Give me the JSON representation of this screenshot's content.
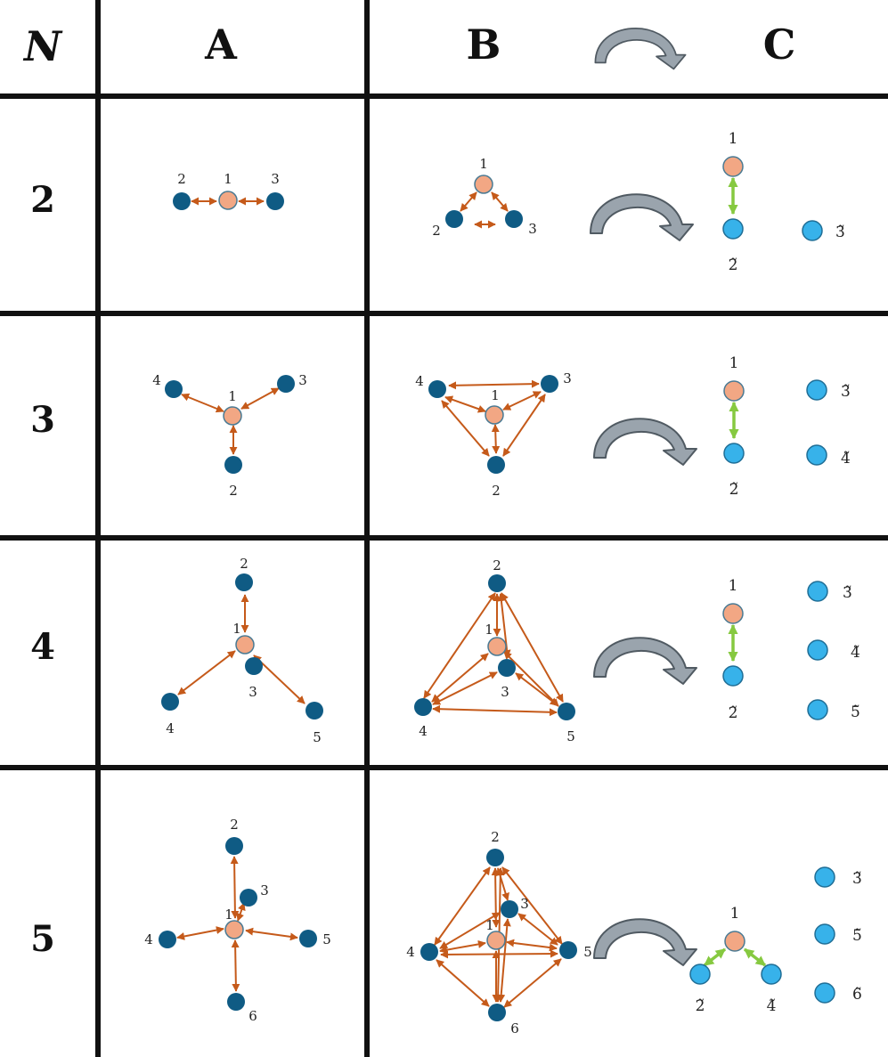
{
  "header": {
    "n_label": "N",
    "col_a": "A",
    "col_b": "B",
    "col_c": "C"
  },
  "colors": {
    "grid": "#111111",
    "dark_node": "#0f5b84",
    "center_node": "#f2a784",
    "center_stroke": "#4a7a93",
    "light_node": "#37b2ea",
    "light_stroke": "#1f6e96",
    "orange_arrow": "#c55a1a",
    "green_arrow": "#86c940",
    "curved_arrow_fill": "#9aa4ad",
    "curved_arrow_stroke": "#505a62"
  },
  "rows": [
    {
      "n": "2",
      "a_labels": [
        "2",
        "1",
        "3"
      ],
      "b_labels": [
        "1",
        "2",
        "3"
      ],
      "c_labels": {
        "top": "1",
        "bottom": "2̃",
        "others": [
          "3̃"
        ]
      }
    },
    {
      "n": "3",
      "a_labels": [
        "4",
        "1",
        "3",
        "2"
      ],
      "b_labels": [
        "4",
        "1",
        "3",
        "2"
      ],
      "c_labels": {
        "top": "1",
        "bottom": "2̃",
        "others": [
          "3̃",
          "4̃"
        ]
      }
    },
    {
      "n": "4",
      "a_labels": [
        "2",
        "1",
        "3",
        "4",
        "5"
      ],
      "b_labels": [
        "2",
        "1",
        "3",
        "4",
        "5"
      ],
      "c_labels": {
        "top": "1",
        "bottom": "2̃",
        "others": [
          "3̃",
          "4̃",
          "5̃"
        ]
      }
    },
    {
      "n": "5",
      "a_labels": [
        "2",
        "3",
        "1",
        "4",
        "5",
        "6"
      ],
      "b_labels": [
        "2",
        "3",
        "1",
        "4",
        "5",
        "6"
      ],
      "c_labels": {
        "top": "1",
        "left": "2̃",
        "right": "4̃",
        "others": [
          "3̃",
          "5̃",
          "6̃"
        ]
      }
    }
  ]
}
